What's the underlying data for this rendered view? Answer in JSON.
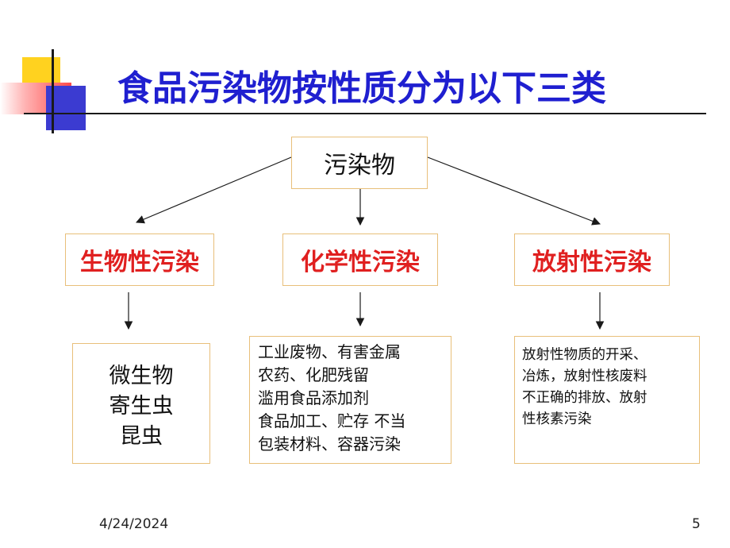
{
  "title": "食品污染物按性质分为以下三类",
  "root": "污染物",
  "categories": [
    {
      "label": "生物性污染",
      "details": [
        "微生物",
        "寄生虫",
        "昆虫"
      ]
    },
    {
      "label": "化学性污染",
      "details": [
        "工业废物、有害金属",
        "农药、化肥残留",
        "滥用食品添加剂",
        "食品加工、贮存 不当",
        "包装材料、容器污染"
      ]
    },
    {
      "label": "放射性污染",
      "details": [
        "放射性物质的开采、",
        "冶炼，放射性核废料",
        "不正确的排放、放射",
        "性核素污染"
      ]
    }
  ],
  "footer": {
    "date": "4/24/2024",
    "page": "5"
  },
  "colors": {
    "title": "#1f1fd0",
    "category_text": "#e02020",
    "box_border": "#e8bf7a"
  }
}
